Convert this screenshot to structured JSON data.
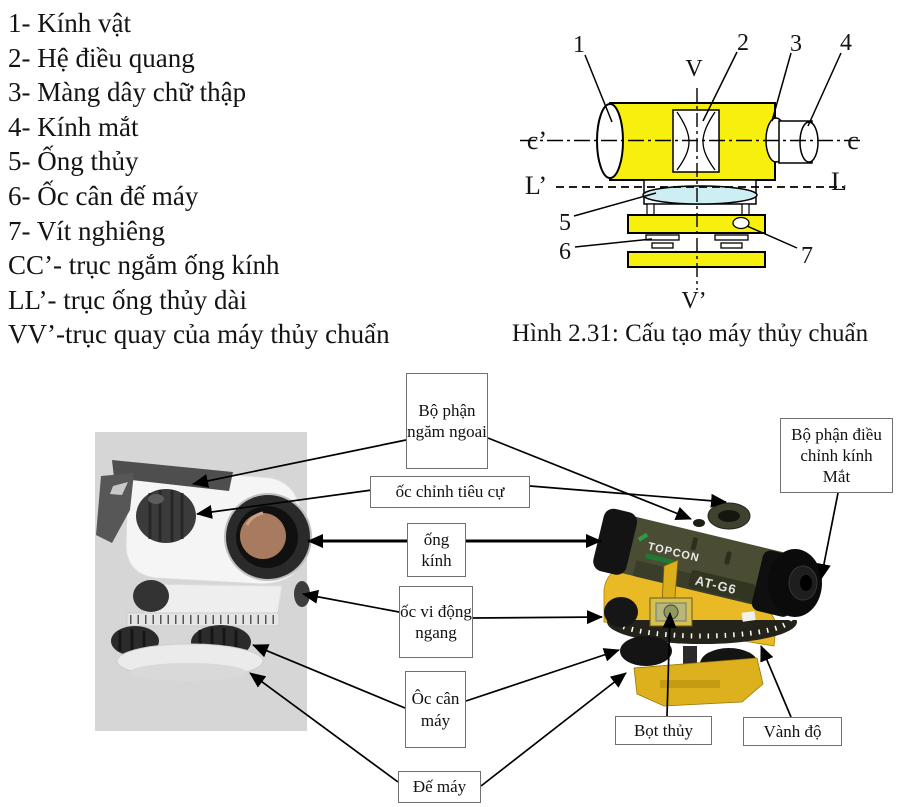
{
  "parts_list": {
    "items": [
      "1- Kính vật",
      "2- Hệ điều quang",
      "3- Màng dây chữ thập",
      "4- Kính mắt",
      "5- Ống thủy",
      "6- Ốc cân đế máy",
      "7- Vít nghiêng",
      "CC’- trục ngắm ống kính",
      "LL’- trục ống thủy dài",
      "VV’-trục quay của máy thủy chuẩn"
    ]
  },
  "schematic": {
    "caption": "Hình 2.31: Cấu tạo máy thủy chuẩn",
    "labels": {
      "n1": "1",
      "n2": "2",
      "n3": "3",
      "n4": "4",
      "n5": "5",
      "n6": "6",
      "n7": "7",
      "v": "V",
      "v_prime": "V’",
      "c_prime": "c’",
      "c": "c",
      "l_prime": "L’",
      "l": "L"
    },
    "colors": {
      "body_yellow": "#f7ef0e",
      "bubble_blue": "#cdeef2"
    }
  },
  "callouts": {
    "sight": "Bộ phận ngăm ngoai",
    "focus_knob": "ốc chỉnh tiêu cự",
    "telescope": "ống kính",
    "horizontal_fine_motion": "ốc vi động ngang",
    "leveling_screws": "Ôc cân máy",
    "base_plate": "Đế máy",
    "bubble": "Bọt thủy",
    "graduated_circle": "Vành độ",
    "eyepiece_adjust": "Bộ phận điều chỉnh kính Mắt"
  },
  "instrument": {
    "brand": "TOPCON",
    "model": "AT-G6"
  }
}
